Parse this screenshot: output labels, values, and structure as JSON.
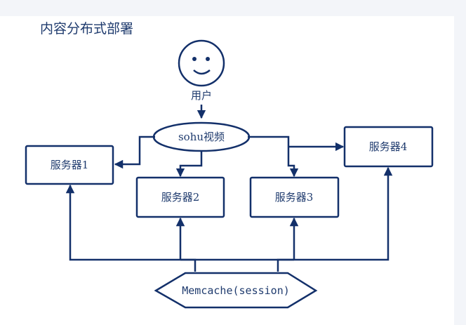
{
  "title": "内容分布式部署",
  "user": {
    "label": "用户"
  },
  "hub": {
    "label": "sohu视频"
  },
  "servers": [
    {
      "label": "服务器1"
    },
    {
      "label": "服务器2"
    },
    {
      "label": "服务器3"
    },
    {
      "label": "服务器4"
    }
  ],
  "cache": {
    "label": "Memcache(session)"
  },
  "colors": {
    "stroke": "#13306a",
    "text": "#1f3b6e",
    "canvas": "#ffffff",
    "frame": "#f3f5f9"
  }
}
